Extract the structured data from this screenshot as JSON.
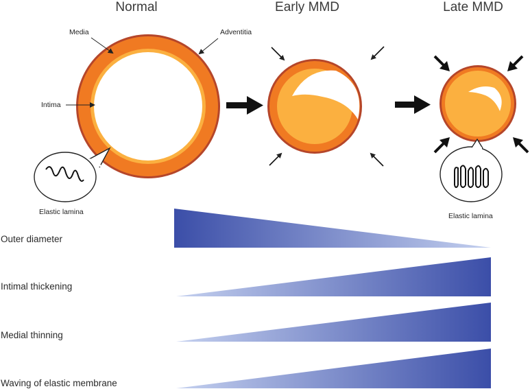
{
  "stages": [
    {
      "title": "Normal"
    },
    {
      "title": "Early MMD"
    },
    {
      "title": "Late MMD"
    }
  ],
  "labels": {
    "media": "Media",
    "adventitia": "Adventitia",
    "intima": "Intima",
    "elastic_lamina_normal": "Elastic lamina",
    "elastic_lamina_late": "Elastic lamina"
  },
  "trends": [
    {
      "label": "Outer diameter",
      "direction": "decreasing"
    },
    {
      "label": "Intimal thickening",
      "direction": "increasing"
    },
    {
      "label": "Medial thinning",
      "direction": "increasing"
    },
    {
      "label": "Waving of elastic membrane",
      "direction": "increasing"
    }
  ],
  "colors": {
    "adventitia": "#b5462a",
    "media": "#f07a22",
    "intima": "#fbb040",
    "lumen": "#ffffff",
    "wedge_dark": "#3b4ea8",
    "wedge_light": "#c4d0ef"
  }
}
